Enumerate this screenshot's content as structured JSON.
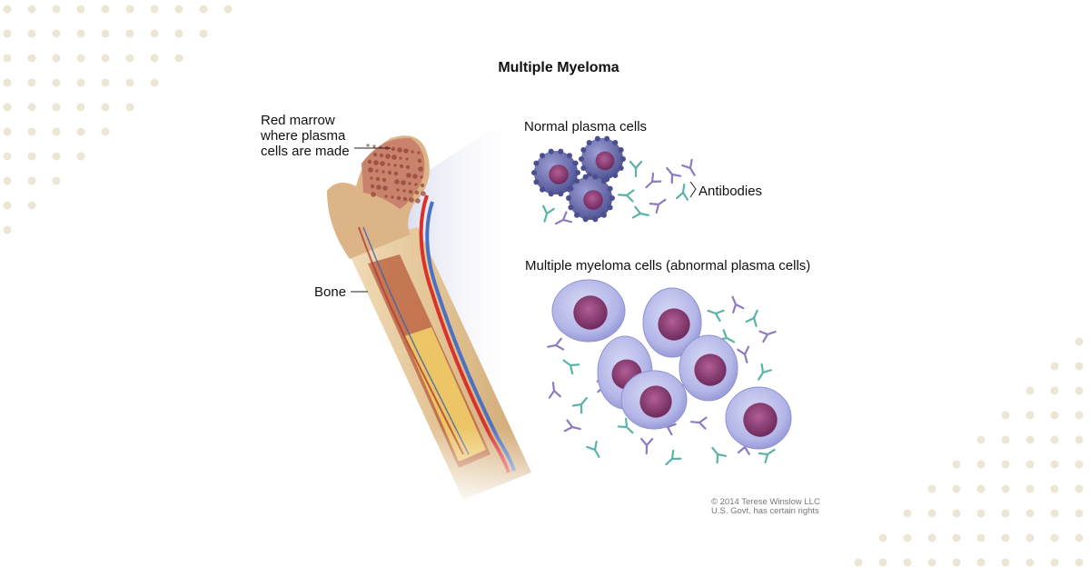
{
  "title": "Multiple Myeloma",
  "labels": {
    "red_marrow": [
      "Red marrow",
      "where plasma",
      "cells are made"
    ],
    "bone": "Bone",
    "normal_cells": "Normal plasma cells",
    "antibodies": "Antibodies",
    "myeloma_cells": "Multiple myeloma cells (abnormal plasma cells)"
  },
  "copyright": [
    "© 2014 Terese Winslow LLC",
    "U.S. Govt. has certain rights"
  ],
  "colors": {
    "dots": "#ece6d4",
    "bone": "#e6caa1",
    "marrow": "#c4735f",
    "artery": "#d9312b",
    "vein": "#4a72c4",
    "normal_cell": "#5c5f9e",
    "myeloma_cell": "#b5b8e8",
    "nucleus": "#8c3d74",
    "antibody_a": "#5ab3a6",
    "antibody_b": "#8e7ac1"
  }
}
